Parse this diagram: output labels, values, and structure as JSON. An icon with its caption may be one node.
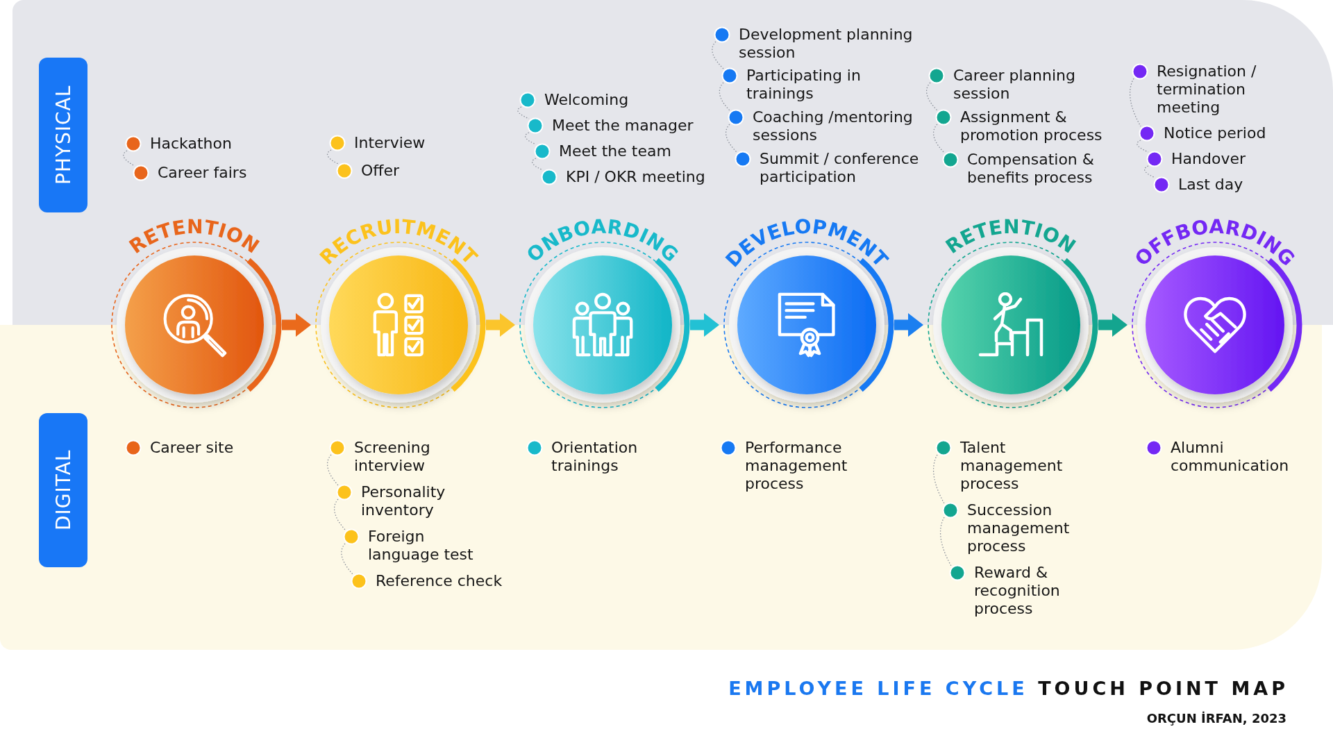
{
  "diagram": {
    "title": "EMPLOYEE LIFE CYCLE TOUCH POINT MAP",
    "caption": "ORÇUN İRFAN, 2023",
    "nodes": [
      {
        "text": [
          "PHYSICAL"
        ]
      },
      {
        "text": [
          "RETENTION"
        ]
      },
      {
        "text": [
          "RECRUITMENT"
        ]
      },
      {
        "text": [
          "ONBOARDING"
        ]
      },
      {
        "text": [
          "DEVELOPMENT"
        ]
      },
      {
        "text": [
          "RETENTION"
        ]
      },
      {
        "text": [
          "OFFBOARDING"
        ]
      },
      {
        "text": [
          "DIGITAL"
        ]
      }
    ],
    "edges": [
      {
        "from": 1,
        "to": 2,
        "arrow": "to",
        "color": "#ea6a1c"
      },
      {
        "from": 2,
        "to": 3,
        "arrow": "to",
        "color": "#fbc52c"
      },
      {
        "from": 3,
        "to": 4,
        "arrow": "to",
        "color": "#22c1d4"
      },
      {
        "from": 4,
        "to": 5,
        "arrow": "to",
        "color": "#1b7ff0"
      },
      {
        "from": 5,
        "to": 6,
        "arrow": "to",
        "color": "#14a58f"
      }
    ],
    "labels": [
      "Hackathon",
      "Career fairs",
      "Interview",
      "Offer",
      "Welcoming",
      "Meet the manager",
      "Meet the team",
      "KPI / OKR meeting",
      "Development planning session",
      "Participating in trainings",
      "Coaching /mentoring sessions",
      "Summit / conference participation",
      "Career planning session",
      "Assignment & promotion process",
      "Compensation & benefits process",
      "Resignation / termination meeting",
      "Notice period",
      "Handover",
      "Last day",
      "Career site",
      "Screening interview",
      "Personality inventory",
      "Foreign language test",
      "Reference check",
      "Orientation trainings",
      "Performance management process",
      "Talent management process",
      "Succession management process",
      "Reward & recognition process",
      "Alumni communication"
    ]
  }
}
